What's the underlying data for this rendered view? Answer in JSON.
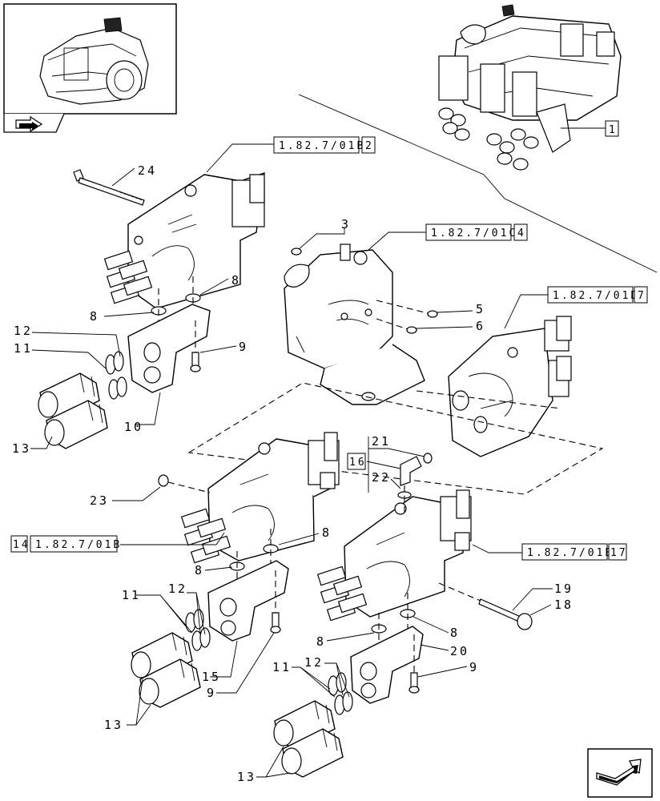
{
  "diagram": {
    "item_labels": {
      "l3": "3",
      "l5": "5",
      "l6": "6",
      "l8a": "8",
      "l8b": "8",
      "l8c": "8",
      "l8d": "8",
      "l8e": "8",
      "l8f": "8",
      "l9a": "9",
      "l9b": "9",
      "l9c": "9",
      "l10": "10",
      "l11a": "11",
      "l11b": "11",
      "l11c": "11",
      "l12a": "12",
      "l12b": "12",
      "l12c": "12",
      "l13a": "13",
      "l13b": "13",
      "l13c": "13",
      "l15": "15",
      "l18": "18",
      "l19": "19",
      "l20": "20",
      "l21": "21",
      "l22": "22",
      "l23": "23",
      "l24": "24"
    },
    "references": {
      "r1": {
        "code": "",
        "num": "1"
      },
      "r2": {
        "code": "1.82.7/01B",
        "num": "2"
      },
      "r4": {
        "code": "1.82.7/01C",
        "num": "4"
      },
      "r7": {
        "code": "1.82.7/01D",
        "num": "7"
      },
      "r14": {
        "code": "1.82.7/01B",
        "num": "14"
      },
      "r16": {
        "code": "",
        "num": "16"
      },
      "r17": {
        "code": "1.82.7/01B",
        "num": "17"
      }
    },
    "colors": {
      "line": "#000000",
      "shade": "#777777",
      "background": "#ffffff"
    },
    "icons": [
      "tractor-thumbnail",
      "nav-arrow-icon",
      "next-page-arrow-icon"
    ]
  }
}
